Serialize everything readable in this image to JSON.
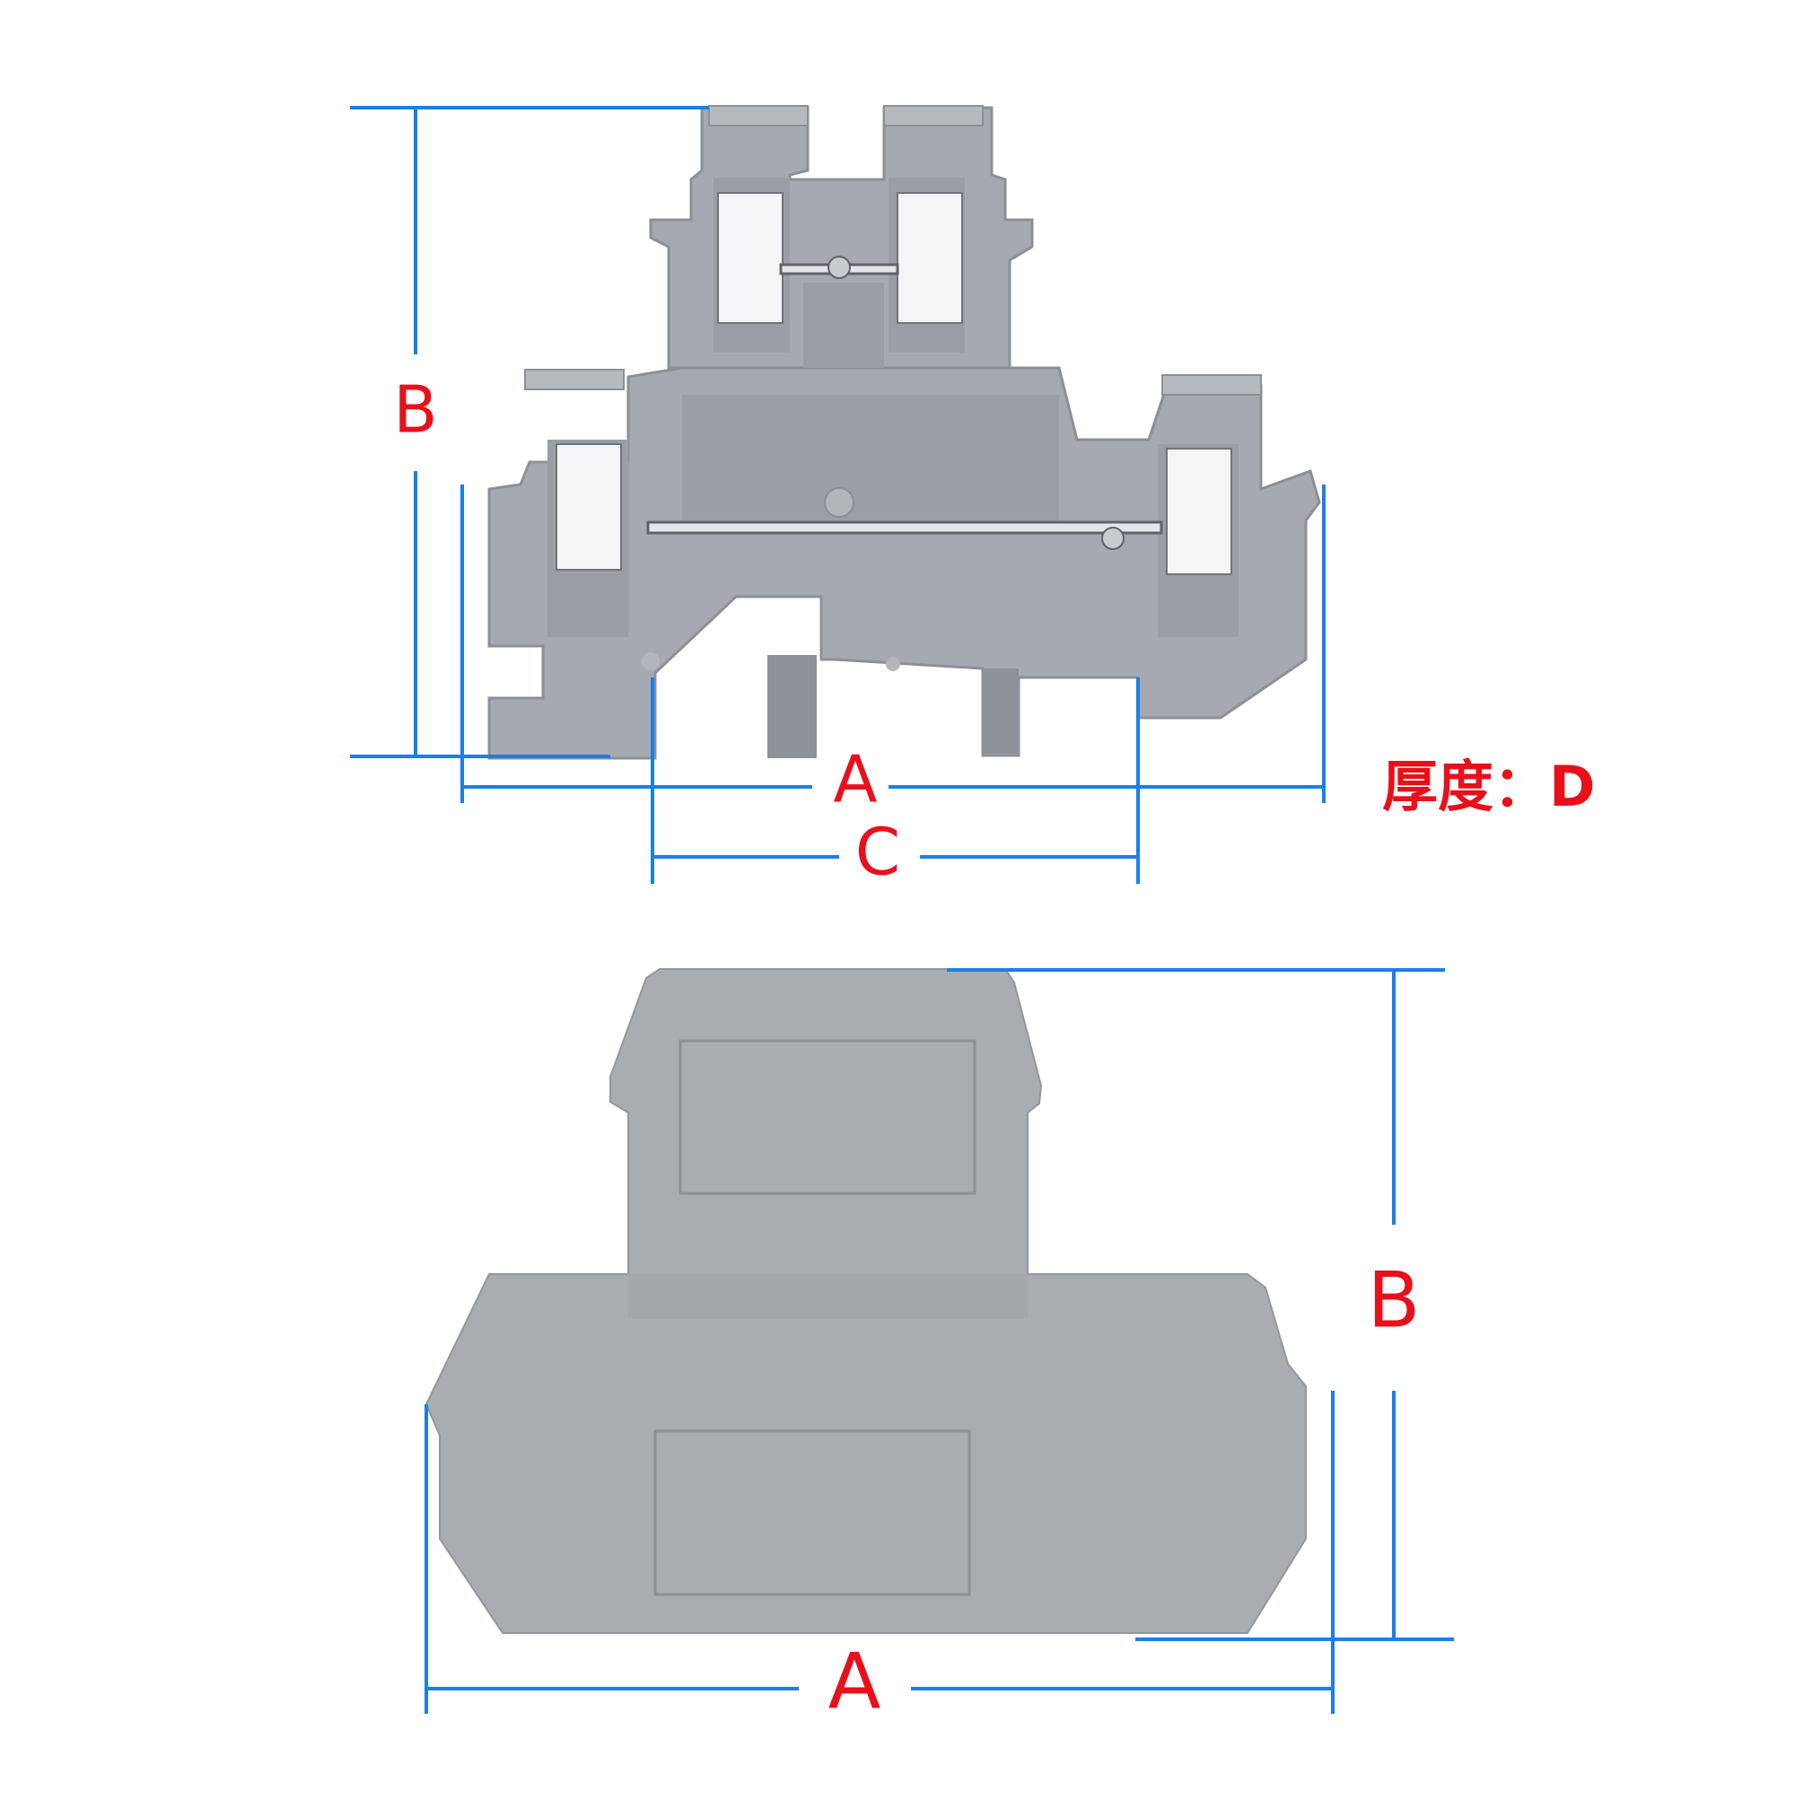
{
  "side_view": {
    "dimensions": {
      "width_label": "A",
      "height_label": "B",
      "rail_label": "C"
    }
  },
  "thickness_note": {
    "text": "厚度：D"
  },
  "cover_view": {
    "dimensions": {
      "width_label": "A",
      "height_label": "B"
    }
  },
  "colors": {
    "dimension_line": "#1a7fe8",
    "dimension_text": "#e8101a",
    "housing": "#a6aab0",
    "terminal_clamp": "#f4f5f7"
  },
  "icons": {
    "side_view_part": "terminal-block-side-icon",
    "cover_part": "end-cover-plate-icon"
  }
}
